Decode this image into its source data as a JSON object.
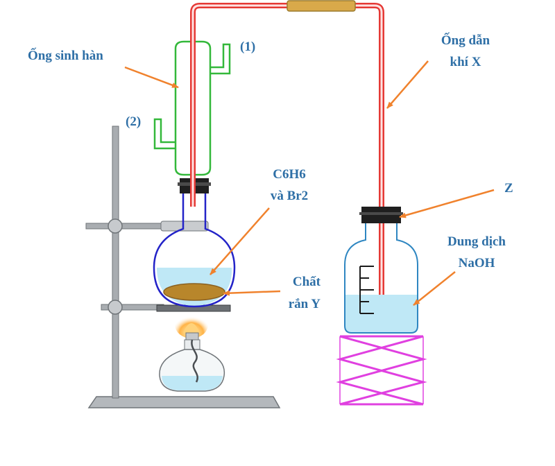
{
  "labels": {
    "condenser": "Ống sinh hàn",
    "port_1": "(1)",
    "port_2": "(2)",
    "gas_tube_line1": "Ống dẫn",
    "gas_tube_line2": "khí X",
    "reactants_line1": "C6H6",
    "reactants_line2": "và Br2",
    "solid_line1": "Chất",
    "solid_line2": "rắn Y",
    "z_label": "Z",
    "naoh_line1": "Dung dịch",
    "naoh_line2": "NaOH"
  },
  "colors": {
    "label_text": "#2e6fa6",
    "arrow": "#f0822d",
    "gas_tube": "#e53935",
    "condenser": "#33b83a",
    "flask_outline": "#2323c8",
    "liquid": "#bfe8f6",
    "solid": "#b8862b",
    "scissor_lift": "#e040e0"
  }
}
